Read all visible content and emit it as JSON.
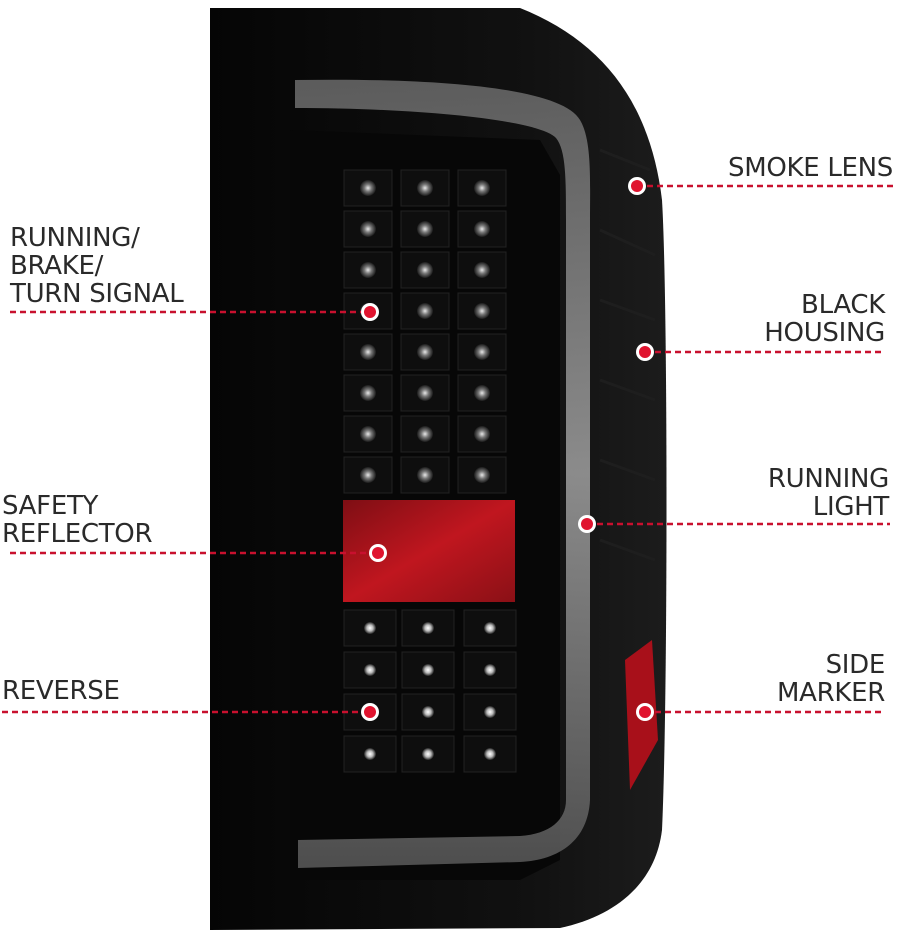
{
  "colors": {
    "callout_line": "#c8102e",
    "callout_dot": "#e0142f",
    "housing": "#0a0a0a",
    "reflector": "#b0141c",
    "light_bar": "#8a8a8a"
  },
  "callouts": {
    "smoke_lens": {
      "lines": [
        "SMOKE LENS"
      ]
    },
    "black_housing": {
      "lines": [
        "BLACK",
        "HOUSING"
      ]
    },
    "running_light": {
      "lines": [
        "RUNNING",
        "LIGHT"
      ]
    },
    "side_marker": {
      "lines": [
        "SIDE",
        "MARKER"
      ]
    },
    "running_brake_turn": {
      "lines": [
        "RUNNING/",
        "BRAKE/",
        "TURN SIGNAL"
      ]
    },
    "safety_reflector": {
      "lines": [
        "SAFETY",
        "REFLECTOR"
      ]
    },
    "reverse": {
      "lines": [
        "REVERSE"
      ]
    }
  }
}
